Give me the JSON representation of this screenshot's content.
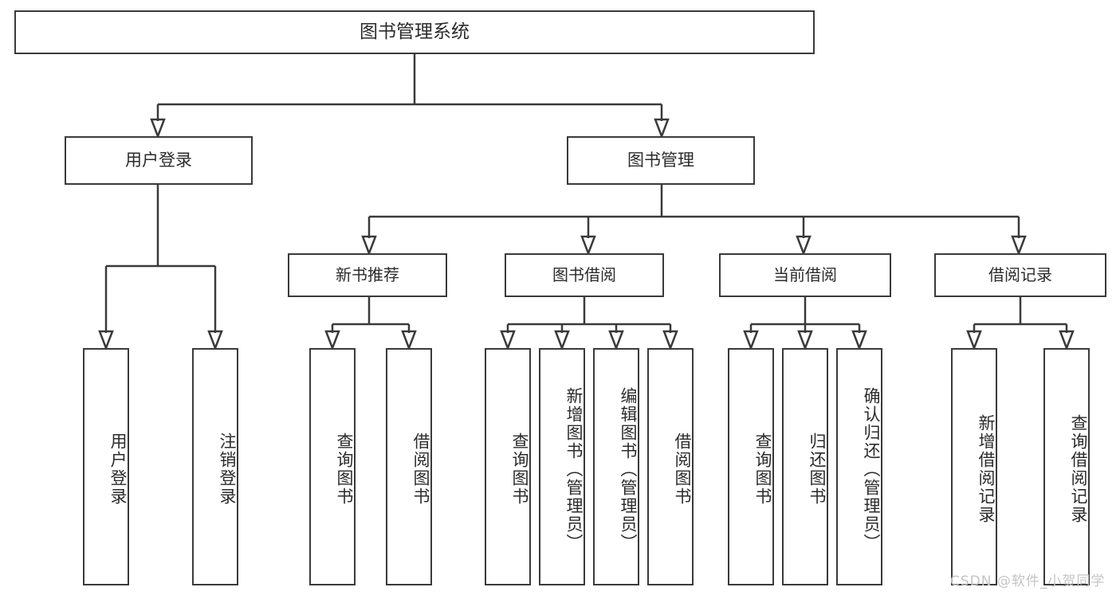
{
  "diagram": {
    "title": "图书管理系统",
    "type": "tree-hierarchy-chart",
    "root": {
      "label": "图书管理系统"
    },
    "level1": [
      {
        "label": "用户登录"
      },
      {
        "label": "图书管理"
      }
    ],
    "level2": [
      {
        "label": "新书推荐"
      },
      {
        "label": "图书借阅"
      },
      {
        "label": "当前借阅"
      },
      {
        "label": "借阅记录"
      }
    ],
    "leaves": {
      "user_login": [
        {
          "label": "用户登录"
        },
        {
          "label": "注销登录"
        }
      ],
      "new_book": [
        {
          "label": "查询图书"
        },
        {
          "label": "借阅图书"
        }
      ],
      "book_borrow": [
        {
          "label": "查询图书"
        },
        {
          "label": "新增图书（管理员）"
        },
        {
          "label": "编辑图书（管理员）"
        },
        {
          "label": "借阅图书"
        }
      ],
      "current_borrow": [
        {
          "label": "查询图书"
        },
        {
          "label": "归还图书"
        },
        {
          "label": "确认归还（管理员）"
        }
      ],
      "borrow_record": [
        {
          "label": "新增借阅记录"
        },
        {
          "label": "查询借阅记录"
        }
      ]
    }
  },
  "watermark": {
    "text": "CSDN @软件_小贺同学"
  },
  "colors": {
    "border": "#3a3a3a",
    "text": "#2b2b2b",
    "background": "#ffffff",
    "watermark": "#c4c4c4"
  }
}
